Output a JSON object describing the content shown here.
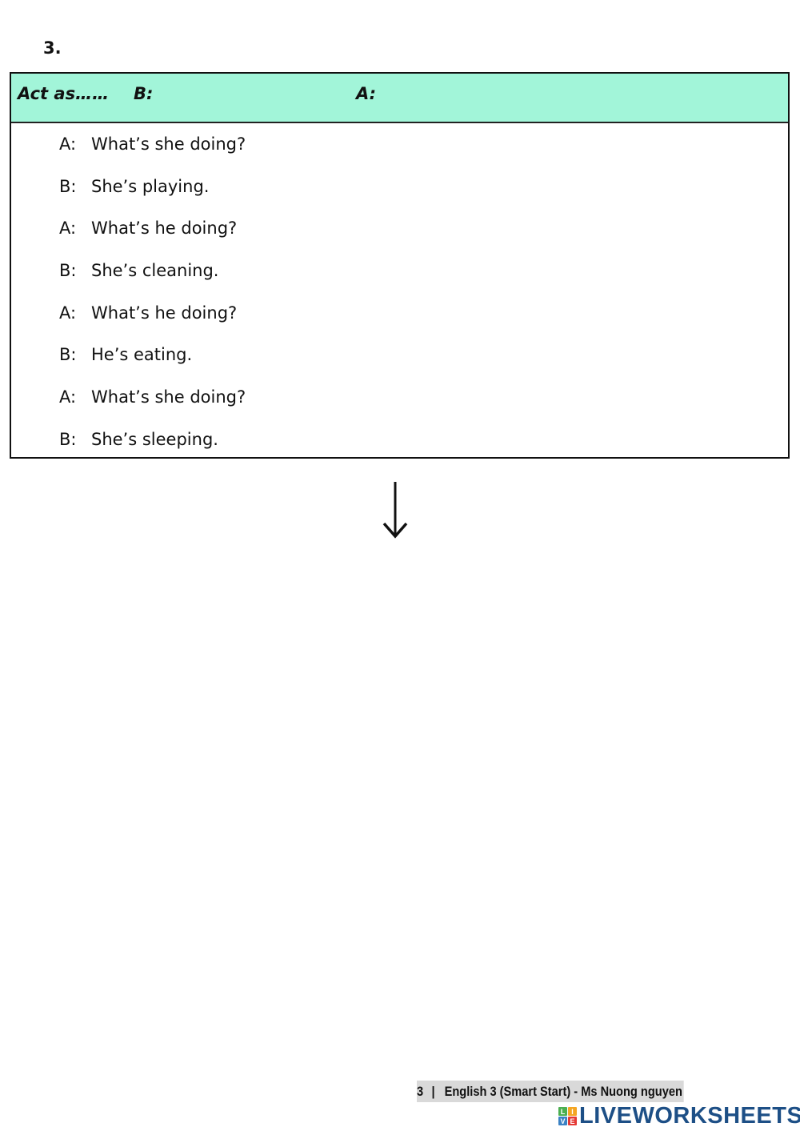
{
  "section": {
    "number": "3."
  },
  "table": {
    "header": {
      "act_as": "Act as……",
      "role_b": "B:",
      "role_a": "A:"
    },
    "header_color": "#a2f5d9",
    "rows": [
      {
        "speaker": "A:",
        "line": "What’s she doing?"
      },
      {
        "speaker": "B:",
        "line": "She’s playing."
      },
      {
        "speaker": "A:",
        "line": "What’s he doing?"
      },
      {
        "speaker": "B:",
        "line": "She’s cleaning."
      },
      {
        "speaker": "A:",
        "line": "What’s he doing?"
      },
      {
        "speaker": "B:",
        "line": "He’s eating."
      },
      {
        "speaker": "A:",
        "line": "What’s she doing?"
      },
      {
        "speaker": "B:",
        "line": "She’s sleeping."
      }
    ]
  },
  "arrow": {
    "icon": "arrow-down-icon"
  },
  "footer": {
    "page_number": "3",
    "separator": "|",
    "title": "English 3 (Smart Start) - Ms Nuong nguyen"
  },
  "logo": {
    "cells": [
      {
        "letter": "L",
        "color": "#4caf50"
      },
      {
        "letter": "I",
        "color": "#f5a623"
      },
      {
        "letter": "V",
        "color": "#3b82c4"
      },
      {
        "letter": "E",
        "color": "#e53935"
      }
    ],
    "text": "LIVEWORKSHEETS",
    "text_color": "#1d4f86"
  }
}
